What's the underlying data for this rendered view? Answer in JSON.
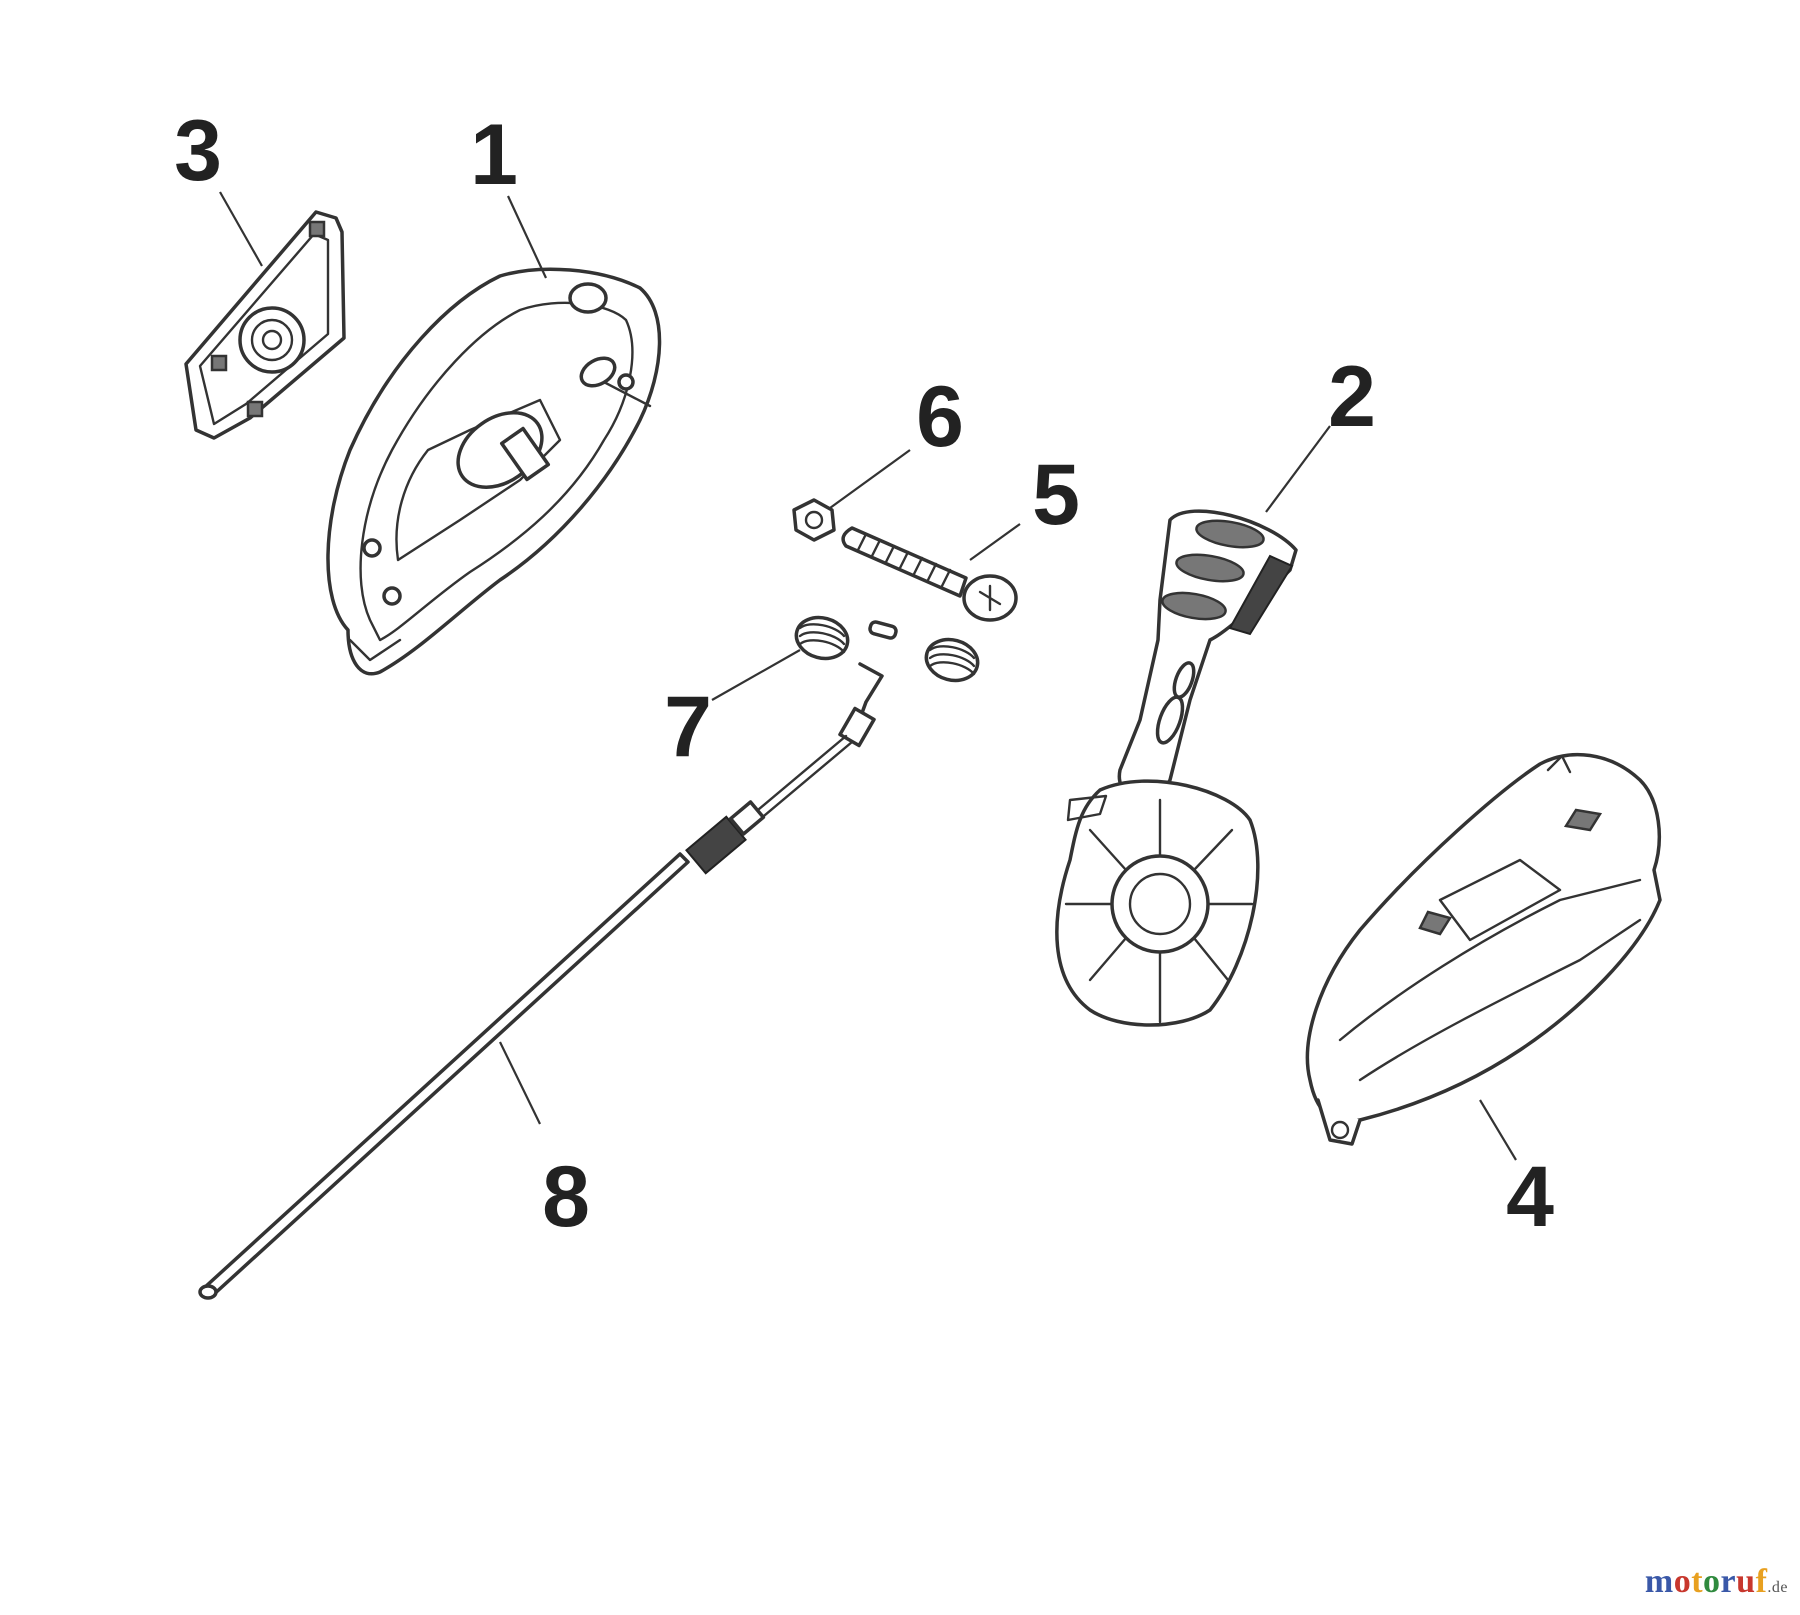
{
  "callouts": {
    "c1": "1",
    "c2": "2",
    "c3": "3",
    "c4": "4",
    "c5": "5",
    "c6": "6",
    "c7": "7",
    "c8": "8"
  },
  "watermark": {
    "text": "motoruf",
    "suffix": ".de",
    "colors": [
      "#3a58a8",
      "#c8372d",
      "#e8a020",
      "#2f8a3e",
      "#3a58a8",
      "#c8372d",
      "#e8a020"
    ]
  }
}
